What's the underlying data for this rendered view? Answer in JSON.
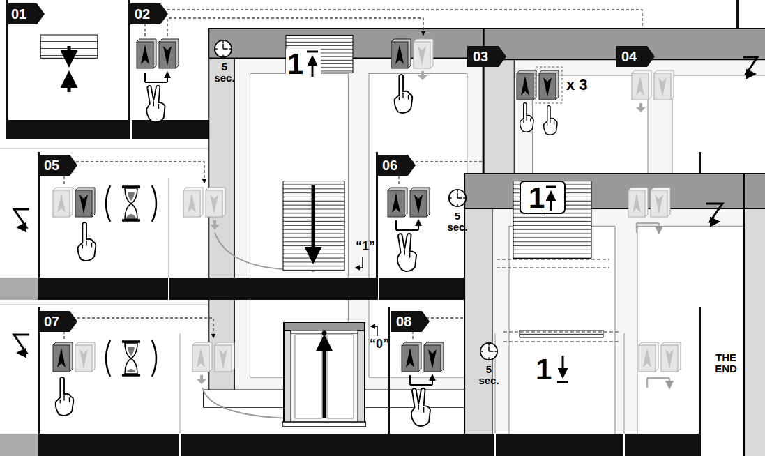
{
  "diagram": {
    "nodes": [
      {
        "text": [
          "01"
        ]
      },
      {
        "text": [
          "02"
        ]
      },
      {
        "text": [
          "03"
        ]
      },
      {
        "text": [
          "04"
        ]
      },
      {
        "text": [
          "05"
        ]
      },
      {
        "text": [
          "06"
        ]
      },
      {
        "text": [
          "07"
        ]
      },
      {
        "text": [
          "08"
        ]
      }
    ],
    "labels": [
      "5 sec.",
      "1",
      "x 3",
      "“1”",
      "5 sec.",
      "1",
      "“0”",
      "5 sec.",
      "1",
      "THE END"
    ]
  }
}
